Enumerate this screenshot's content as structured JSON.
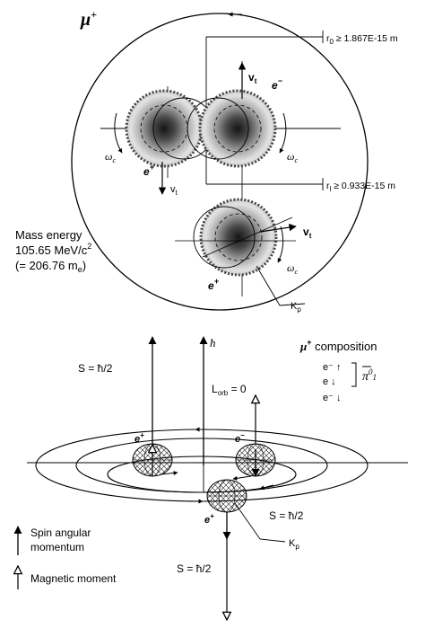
{
  "top": {
    "particle": "μ",
    "particle_sup": "+",
    "r0_label": "r",
    "r0_sub": "0",
    "r0_value": " ≥ 1.867E-15 m",
    "r1_label": "r",
    "r1_sub": "l",
    "r1_value": " ≥ 0.933E-15 m",
    "vt_upper": "v",
    "vt_upper_sub": "t",
    "vt_left": "v",
    "vt_left_sub": "t",
    "vt_lower": "v",
    "vt_lower_sub": "t",
    "e_minus_upper": "e",
    "e_minus_upper_sup": "−",
    "e_plus_left": "e",
    "e_plus_left_sup": "+",
    "e_plus_lower": "e",
    "e_plus_lower_sup": "+",
    "omega_left": "ω",
    "omega_left_sub": "c",
    "omega_right": "ω",
    "omega_right_sub": "c",
    "omega_lower": "ω",
    "omega_lower_sub": "c",
    "kp": "K",
    "kp_sub": "p",
    "mass_line1": "Mass energy",
    "mass_line2_a": "105.65 MeV/c",
    "mass_line2_sup": "2",
    "mass_line3_a": "(= 206.76 m",
    "mass_line3_sub": "e",
    "mass_line3_b": ")"
  },
  "bottom": {
    "hbar": "ħ",
    "composition_title_sym": "μ",
    "composition_title_sup": "+",
    "composition_title_rest": " composition",
    "comp_row1": "e⁻ ↑",
    "comp_row2": "e  ↓",
    "comp_row3": "e⁻ ↓",
    "pion": "π",
    "pion_sup": "0",
    "pion_sub": "1",
    "s_left": "S = ħ/2",
    "l_orb_a": "L",
    "l_orb_sub": "orb",
    "l_orb_b": " = 0",
    "e_plus_left": "e",
    "e_plus_left_sup": "+",
    "e_minus_right": "e",
    "e_minus_right_sup": "−",
    "e_plus_lower": "e",
    "e_plus_lower_sup": "+",
    "s_right": "S = ħ/2",
    "kp": "K",
    "kp_sub": "p",
    "s_bottom": "S = ħ/2"
  },
  "legend": {
    "spin_line1": "Spin angular",
    "spin_line2": "momentum",
    "magnetic": "Magnetic moment"
  }
}
